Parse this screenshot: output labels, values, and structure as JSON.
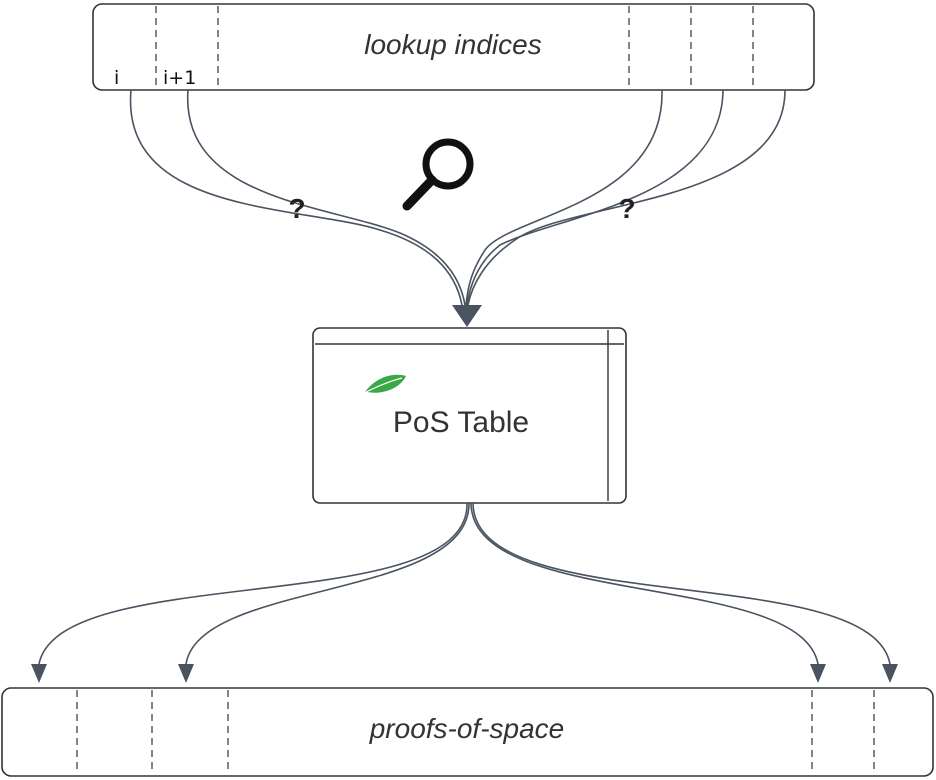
{
  "lookup_box": {
    "title": "lookup indices",
    "index_labels": [
      "i",
      "i+1"
    ]
  },
  "pos_table": {
    "title": "PoS Table",
    "leaf_color": "#3aa845"
  },
  "proofs_box": {
    "title": "proofs-of-space"
  },
  "question_marks": [
    "?",
    "?"
  ],
  "icons": {
    "lookup": "magnifier-icon",
    "table": "leaf-icon"
  },
  "colors": {
    "stroke": "#333333",
    "arrow": "#4a5360",
    "leaf": "#3aa845"
  }
}
